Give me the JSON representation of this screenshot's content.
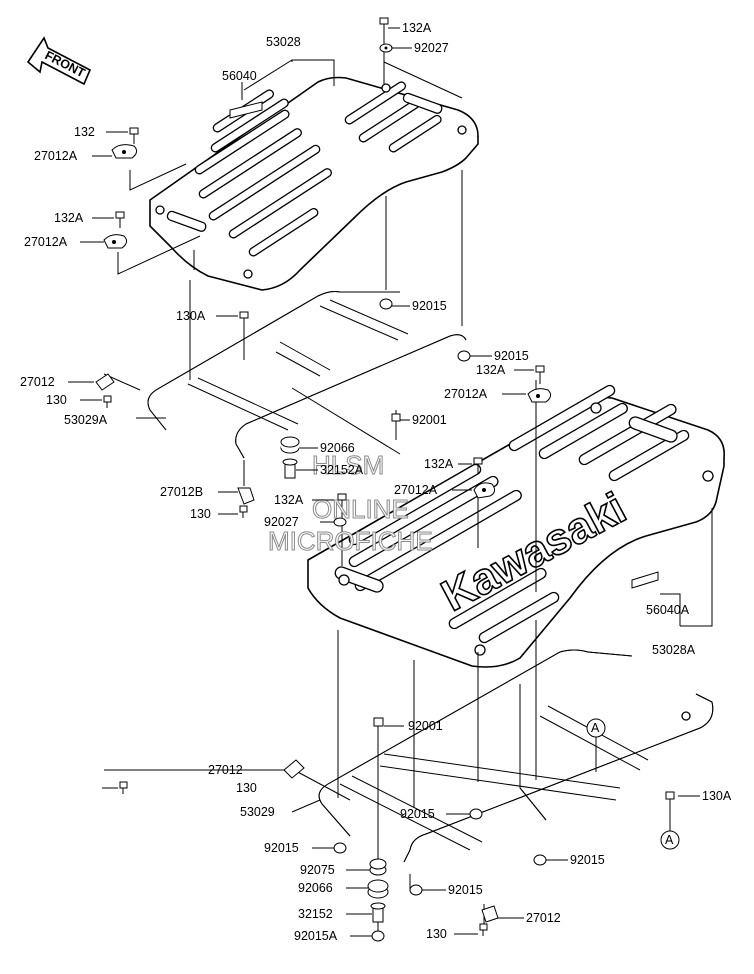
{
  "direction_badge": {
    "text": "FRONT"
  },
  "watermark": {
    "line1": "HLSM",
    "line2": "ONLINE",
    "line3": "MICROFICHE"
  },
  "brand_text": "Kawasaki",
  "callout_letter": "A",
  "part_labels": [
    "132A",
    "92027",
    "53028",
    "56040",
    "132",
    "27012A",
    "132A",
    "27012A",
    "130A",
    "92015",
    "92015",
    "132A",
    "27012",
    "130",
    "53029A",
    "27012A",
    "92001",
    "92066",
    "32152A",
    "132A",
    "27012B",
    "130",
    "132A",
    "92027",
    "27012A",
    "56040A",
    "53028A",
    "92001",
    "27012",
    "130",
    "130A",
    "53029",
    "92015",
    "92015",
    "92015",
    "92075",
    "92066",
    "92015",
    "32152",
    "27012",
    "92015A",
    "130"
  ],
  "colors": {
    "line": "#000000",
    "background": "#ffffff",
    "watermark": "#8a8a8a"
  }
}
